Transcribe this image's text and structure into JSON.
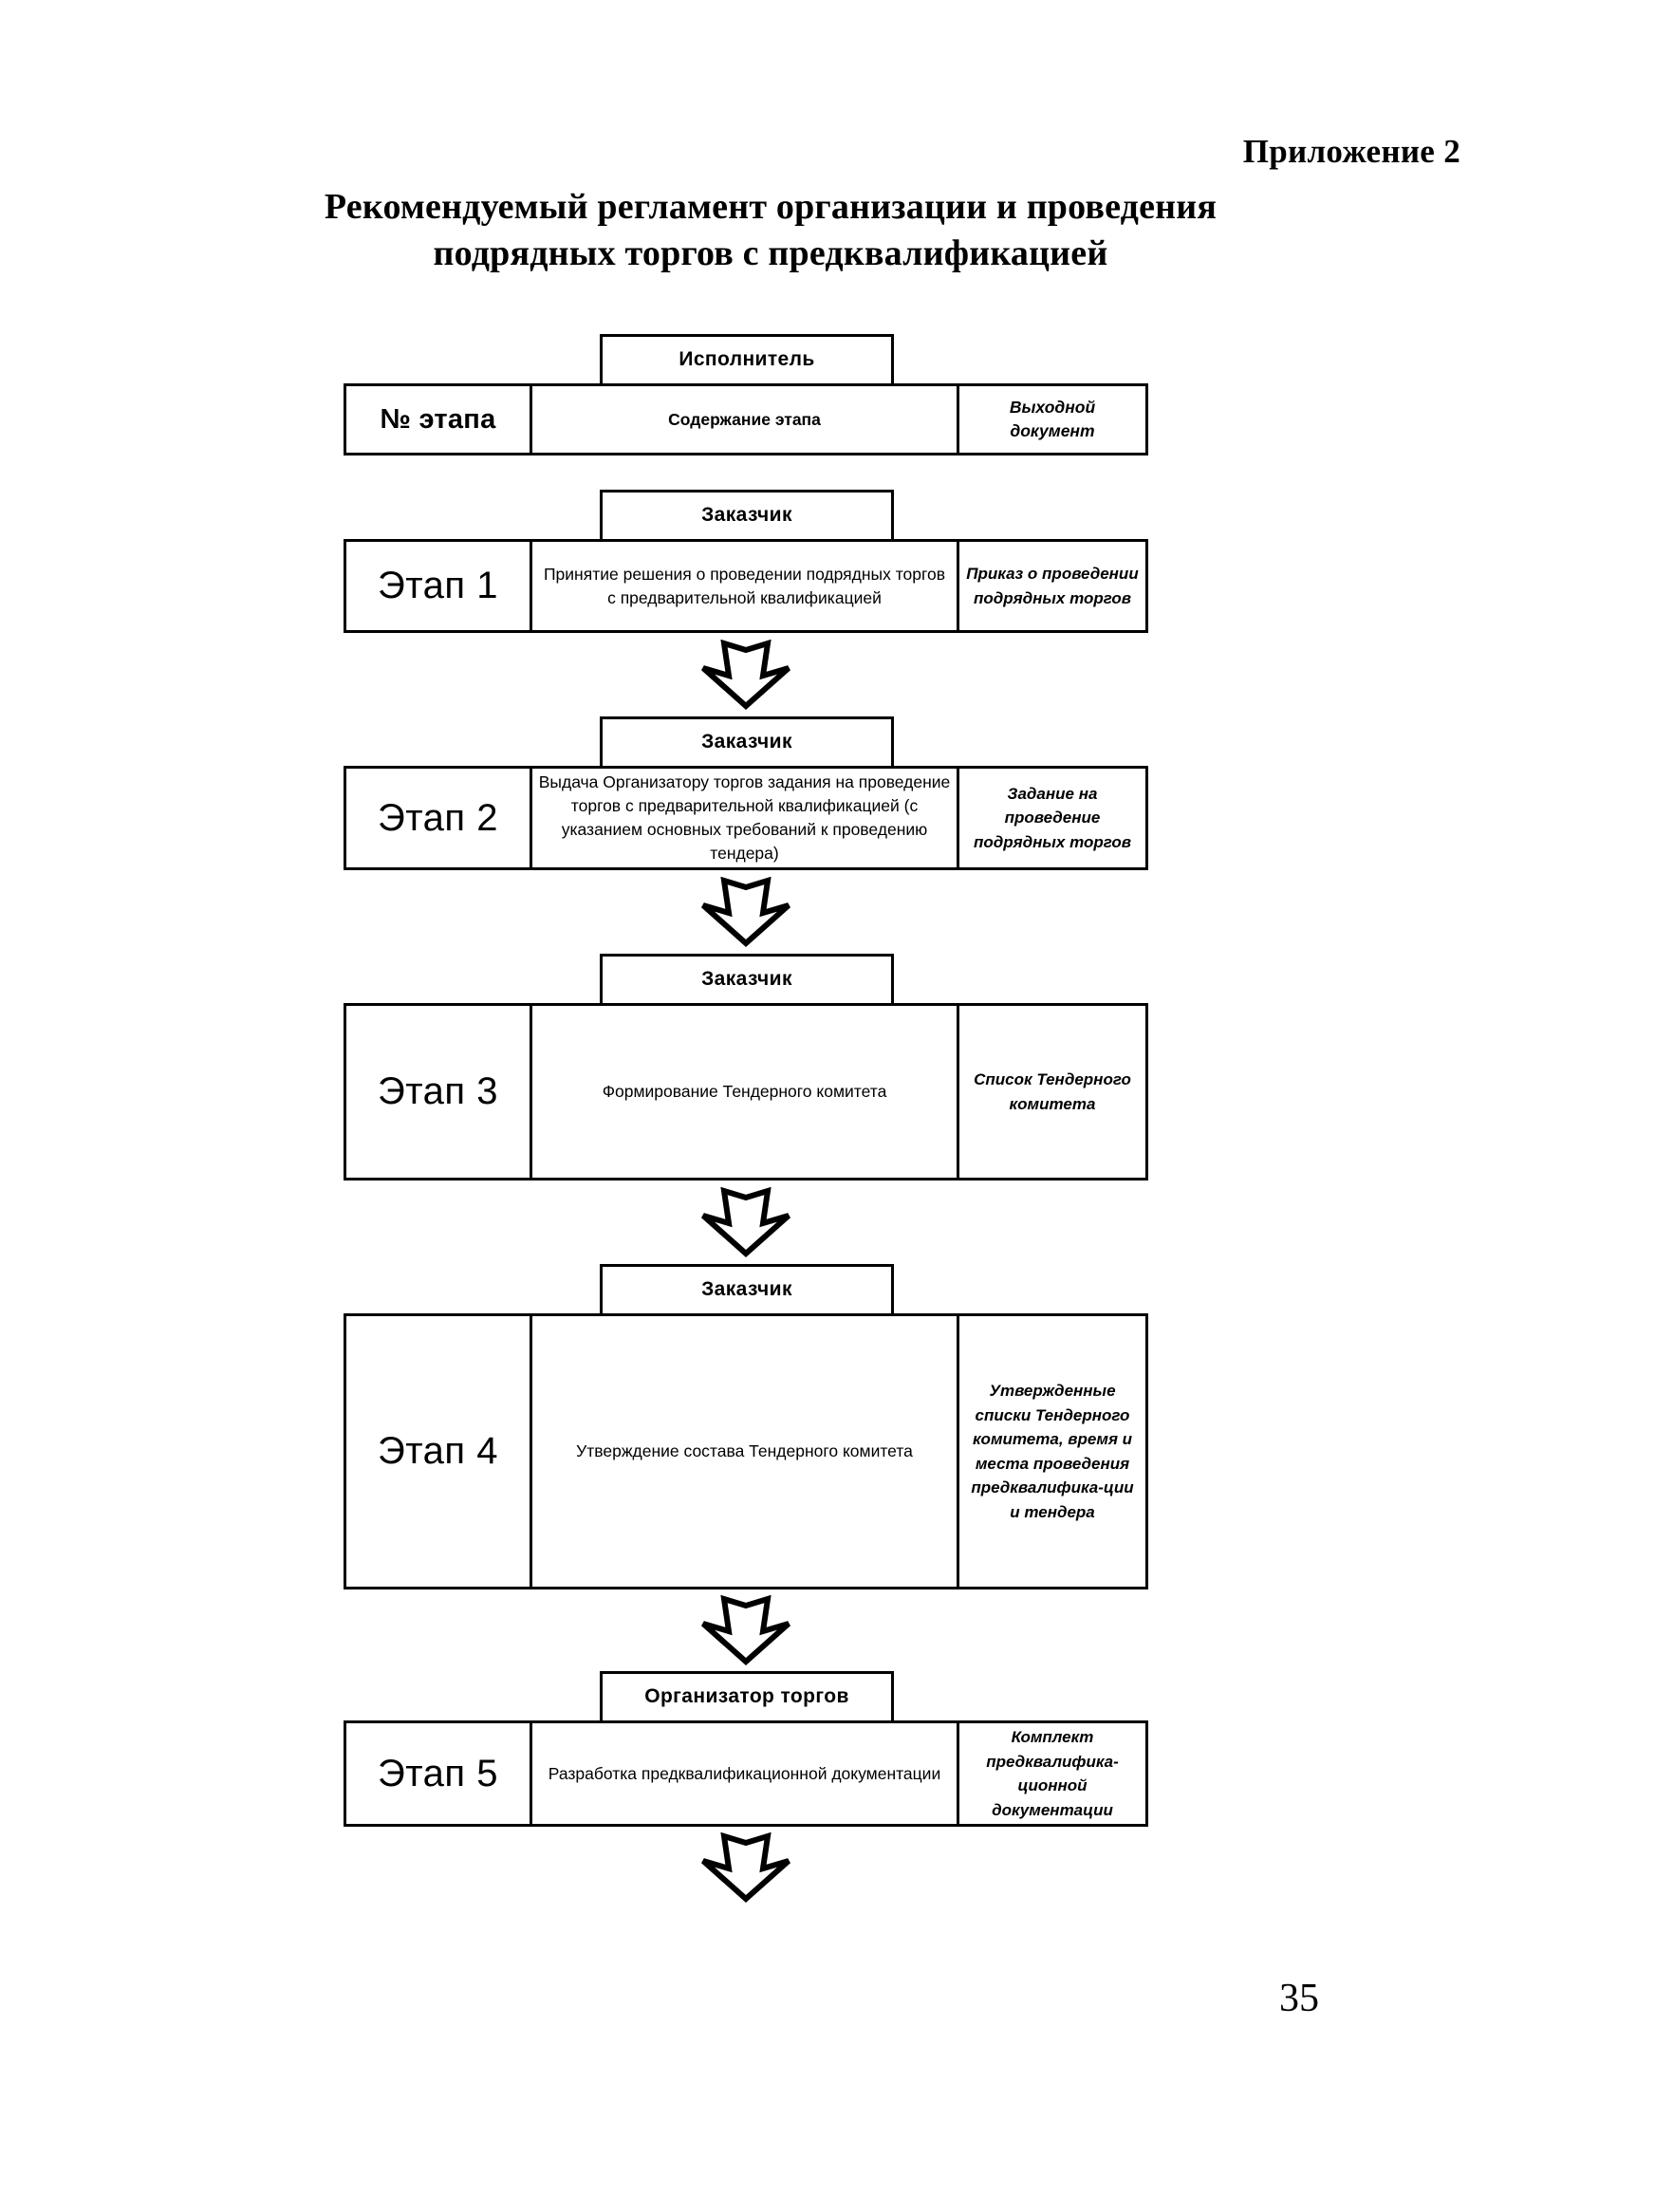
{
  "page": {
    "appendix_label": "Приложение 2",
    "title_line1": "Рекомендуемый регламент организации и проведения",
    "title_line2": "подрядных торгов с предквалификацией",
    "page_number": "35"
  },
  "table_header": {
    "executor_label": "Исполнитель",
    "col_stage_number": "№ этапа",
    "col_stage_content": "Содержание этапа",
    "col_output_document": "Выходной документ"
  },
  "chart_data": {
    "type": "table",
    "title": "Рекомендуемый регламент организации и проведения подрядных торгов с предквалификацией",
    "columns": [
      "Исполнитель",
      "№ этапа",
      "Содержание этапа",
      "Выходной документ"
    ],
    "rows": [
      {
        "executor": "Заказчик",
        "stage": "Этап 1",
        "content": "Принятие решения о проведении подрядных торгов с предварительной квалификацией",
        "document": "Приказ о проведении подрядных торгов"
      },
      {
        "executor": "Заказчик",
        "stage": "Этап 2",
        "content": "Выдача Организатору торгов задания на проведение торгов с предварительной квалификацией (с указанием основных требований к проведению тендера)",
        "document": "Задание на проведение подрядных торгов"
      },
      {
        "executor": "Заказчик",
        "stage": "Этап 3",
        "content": "Формирование Тендерного комитета",
        "document": "Список Тендерного комитета"
      },
      {
        "executor": "Заказчик",
        "stage": "Этап 4",
        "content": "Утверждение состава Тендерного комитета",
        "document": "Утвержденные списки Тендерного комитета, время и места проведения предквалифика-ции и тендера"
      },
      {
        "executor": "Организатор торгов",
        "stage": "Этап 5",
        "content": "Разработка предквалификационной документации",
        "document": "Комплект предквалифика-ционной документации"
      }
    ]
  },
  "stages": [
    {
      "executor": "Заказчик",
      "stage": "Этап 1",
      "content": "Принятие решения о проведении подрядных торгов с предварительной квалификацией",
      "document": "Приказ о проведении подрядных торгов"
    },
    {
      "executor": "Заказчик",
      "stage": "Этап 2",
      "content": "Выдача Организатору торгов задания на проведение торгов с предварительной квалификацией (с указанием основных требований к проведению тендера)",
      "document": "Задание на проведение подрядных торгов"
    },
    {
      "executor": "Заказчик",
      "stage": "Этап 3",
      "content": "Формирование Тендерного комитета",
      "document": "Список Тендерного комитета"
    },
    {
      "executor": "Заказчик",
      "stage": "Этап 4",
      "content": "Утверждение состава Тендерного комитета",
      "document": "Утвержденные списки Тендерного комитета, время и места проведения предквалифика-ции и тендера"
    },
    {
      "executor": "Организатор торгов",
      "stage": "Этап 5",
      "content": "Разработка предквалификационной документации",
      "document": "Комплект предквалифика-ционной документации"
    }
  ],
  "colors": {
    "ink": "#000000",
    "paper": "#ffffff"
  }
}
